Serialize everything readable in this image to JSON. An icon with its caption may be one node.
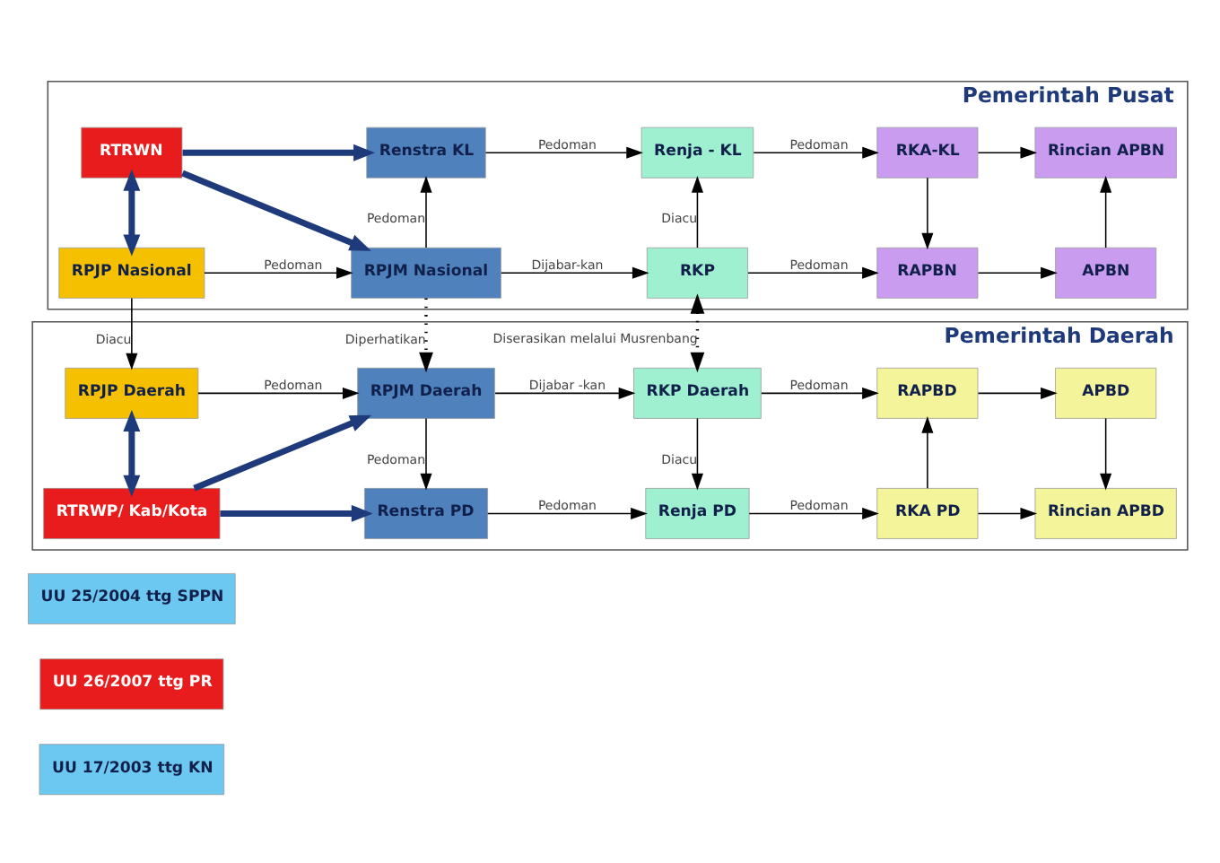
{
  "diagram": {
    "nodes": [
      {
        "text": [
          "Pemerintah Pusat"
        ]
      },
      {
        "text": [
          "RTRWN"
        ],
        "in": 0
      },
      {
        "text": [
          "Renstra KL"
        ],
        "in": 0
      },
      {
        "text": [
          "Renja - KL"
        ],
        "in": 0
      },
      {
        "text": [
          "RKA-KL"
        ],
        "in": 0
      },
      {
        "text": [
          "Rincian APBN"
        ],
        "in": 0
      },
      {
        "text": [
          "RPJP Nasional"
        ],
        "in": 0
      },
      {
        "text": [
          "RPJM Nasional"
        ],
        "in": 0
      },
      {
        "text": [
          "RKP"
        ],
        "in": 0
      },
      {
        "text": [
          "RAPBN"
        ],
        "in": 0
      },
      {
        "text": [
          "APBN"
        ],
        "in": 0
      },
      {
        "text": [
          "Pemerintah Daerah"
        ]
      },
      {
        "text": [
          "RPJP Daerah"
        ],
        "in": 11
      },
      {
        "text": [
          "RPJM Daerah"
        ],
        "in": 11
      },
      {
        "text": [
          "RKP Daerah"
        ],
        "in": 11
      },
      {
        "text": [
          "RAPBD"
        ],
        "in": 11
      },
      {
        "text": [
          "APBD"
        ],
        "in": 11
      },
      {
        "text": [
          "RTRWP/ Kab/Kota"
        ],
        "in": 11
      },
      {
        "text": [
          "Renstra PD"
        ],
        "in": 11
      },
      {
        "text": [
          "Renja PD"
        ],
        "in": 11
      },
      {
        "text": [
          "RKA PD"
        ],
        "in": 11
      },
      {
        "text": [
          "Rincian APBD"
        ],
        "in": 11
      },
      {
        "text": [
          "UU 25/2004 ttg SPPN"
        ]
      },
      {
        "text": [
          "UU 26/2007 ttg PR"
        ]
      },
      {
        "text": [
          "UU 17/2003 ttg KN"
        ]
      }
    ],
    "edges": [
      {
        "from": 1,
        "to": 2,
        "arrow": "to",
        "style": "thick",
        "color": "#1f3a7a"
      },
      {
        "from": 1,
        "to": 6,
        "arrow": "both",
        "style": "thick",
        "color": "#1f3a7a"
      },
      {
        "from": 1,
        "to": 7,
        "arrow": "to",
        "style": "thick",
        "color": "#1f3a7a"
      },
      {
        "from": 2,
        "to": 3,
        "arrow": "to",
        "label": "Pedoman"
      },
      {
        "from": 7,
        "to": 2,
        "arrow": "to",
        "label": "Pedoman"
      },
      {
        "from": 3,
        "to": 4,
        "arrow": "to",
        "label": "Pedoman"
      },
      {
        "from": 8,
        "to": 3,
        "arrow": "to",
        "label": "Diacu"
      },
      {
        "from": 4,
        "to": 5,
        "arrow": "to"
      },
      {
        "from": 4,
        "to": 9,
        "arrow": "to"
      },
      {
        "from": 6,
        "to": 7,
        "arrow": "to",
        "label": "Pedoman"
      },
      {
        "from": 7,
        "to": 8,
        "arrow": "to",
        "label": "Dijabar-kan"
      },
      {
        "from": 8,
        "to": 9,
        "arrow": "to",
        "label": "Pedoman"
      },
      {
        "from": 9,
        "to": 10,
        "arrow": "to"
      },
      {
        "from": 10,
        "to": 5,
        "arrow": "to"
      },
      {
        "from": 6,
        "to": 12,
        "arrow": "to",
        "label": "Diacu"
      },
      {
        "from": 7,
        "to": 13,
        "arrow": "to",
        "label": "Diperhatikan",
        "style": "dashed"
      },
      {
        "from": 8,
        "to": 14,
        "arrow": "both",
        "label": "Diserasikan melalui Musrenbang",
        "style": "dashed"
      },
      {
        "from": 12,
        "to": 13,
        "arrow": "to",
        "label": "Pedoman"
      },
      {
        "from": 17,
        "to": 13,
        "arrow": "to",
        "style": "thick",
        "color": "#1f3a7a"
      },
      {
        "from": 12,
        "to": 17,
        "arrow": "both",
        "style": "thick",
        "color": "#1f3a7a"
      },
      {
        "from": 17,
        "to": 18,
        "arrow": "to",
        "style": "thick",
        "color": "#1f3a7a"
      },
      {
        "from": 13,
        "to": 14,
        "arrow": "to",
        "label": "Dijabar -kan"
      },
      {
        "from": 13,
        "to": 18,
        "arrow": "to",
        "label": "Pedoman"
      },
      {
        "from": 14,
        "to": 19,
        "arrow": "to",
        "label": "Diacu"
      },
      {
        "from": 18,
        "to": 19,
        "arrow": "to",
        "label": "Pedoman"
      },
      {
        "from": 14,
        "to": 15,
        "arrow": "to",
        "label": "Pedoman"
      },
      {
        "from": 19,
        "to": 20,
        "arrow": "to",
        "label": "Pedoman"
      },
      {
        "from": 15,
        "to": 16,
        "arrow": "to"
      },
      {
        "from": 16,
        "to": 21,
        "arrow": "to"
      },
      {
        "from": 20,
        "to": 15,
        "arrow": "to"
      },
      {
        "from": 20,
        "to": 21,
        "arrow": "to"
      }
    ]
  }
}
